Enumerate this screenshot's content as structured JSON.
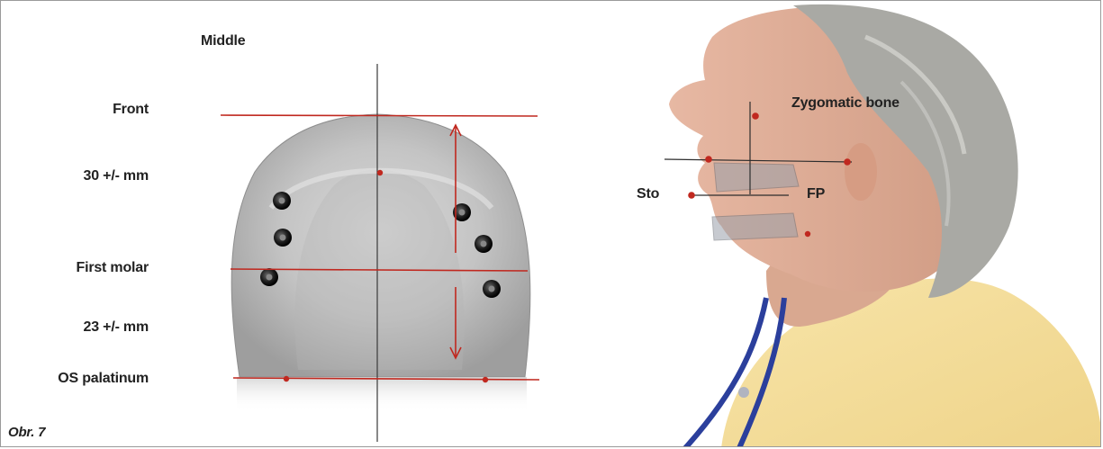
{
  "labels": {
    "middle": "Middle",
    "front": "Front",
    "front_distance": "30 +/- mm",
    "first_molar": "First molar",
    "molar_distance": "23 +/- mm",
    "os_palatinum": "OS palatinum",
    "zygomatic": "Zygomatic bone",
    "sto": "Sto",
    "fp": "FP",
    "figure_number": "Obr. 7"
  },
  "colors": {
    "measure_line": "#c0281f",
    "axis_line": "#3a3a3a",
    "label_text": "#222222"
  },
  "icons": [
    "dental-cast-photo",
    "implant-icon",
    "patient-profile-photo",
    "stethoscope-icon"
  ]
}
